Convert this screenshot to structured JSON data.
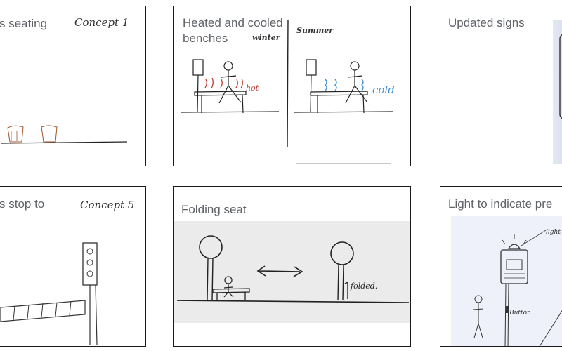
{
  "cards": [
    {
      "title": "s seating",
      "note": "Concept 1"
    },
    {
      "title": "Heated and cooled\nbenches",
      "notes": {
        "winter": "winter",
        "summer": "Summer",
        "hot": "hot",
        "cold": "cold"
      }
    },
    {
      "title": "Updated signs"
    },
    {
      "title": "s stop to",
      "note": "Concept 5"
    },
    {
      "title": "Folding seat",
      "notes": {
        "folded": "folded."
      }
    },
    {
      "title": "Light to indicate pre",
      "notes": {
        "light": "light",
        "button": "Button"
      }
    }
  ],
  "colors": {
    "hot": "#c0392b",
    "cold": "#3b8fd9",
    "border": "#1a1a1a",
    "title": "#5f6368"
  },
  "icons": [
    "bench-sketch",
    "stick-figure",
    "traffic-light-sketch",
    "sign-sketch"
  ]
}
